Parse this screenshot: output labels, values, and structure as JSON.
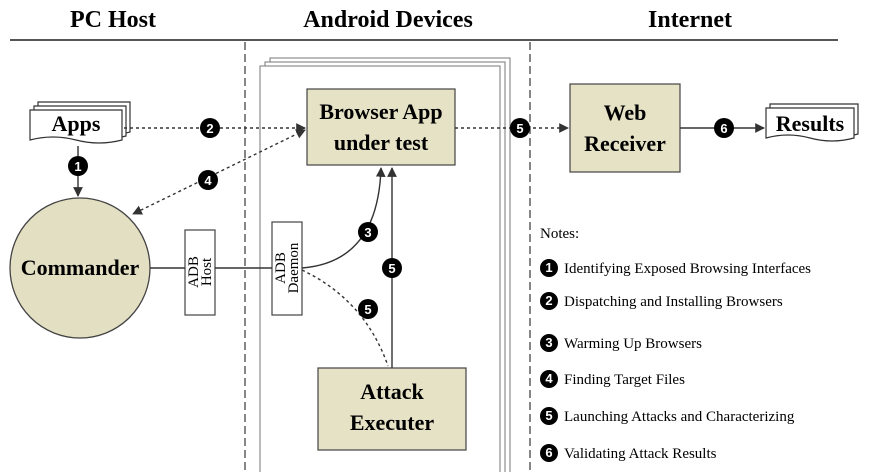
{
  "headers": {
    "pc_host": "PC Host",
    "android_devices": "Android Devices",
    "internet": "Internet"
  },
  "nodes": {
    "apps": "Apps",
    "browser_line1": "Browser App",
    "browser_line2": "under test",
    "web_line1": "Web",
    "web_line2": "Receiver",
    "results": "Results",
    "commander": "Commander",
    "adb_host_line1": "ADB",
    "adb_host_line2": "Host",
    "adb_daemon_line1": "ADB",
    "adb_daemon_line2": "Daemon",
    "attack_line1": "Attack",
    "attack_line2": "Executer"
  },
  "step_badges": {
    "s1": "1",
    "s2": "2",
    "s3": "3",
    "s4": "4",
    "s5a": "5",
    "s5b": "5",
    "s5c": "5",
    "s6": "6"
  },
  "notes": {
    "title": "Notes:",
    "items": [
      {
        "num": "1",
        "text": "Identifying Exposed Browsing Interfaces"
      },
      {
        "num": "2",
        "text": "Dispatching and Installing Browsers"
      },
      {
        "num": "3",
        "text": "Warming Up Browsers"
      },
      {
        "num": "4",
        "text": "Finding Target Files"
      },
      {
        "num": "5",
        "text": "Launching Attacks and Characterizing"
      },
      {
        "num": "6",
        "text": "Validating Attack Results"
      }
    ]
  },
  "colors": {
    "box_fill": "#e6e2c6",
    "circle_fill": "#e3dfc3",
    "badge": "#000000",
    "line": "#333333"
  }
}
